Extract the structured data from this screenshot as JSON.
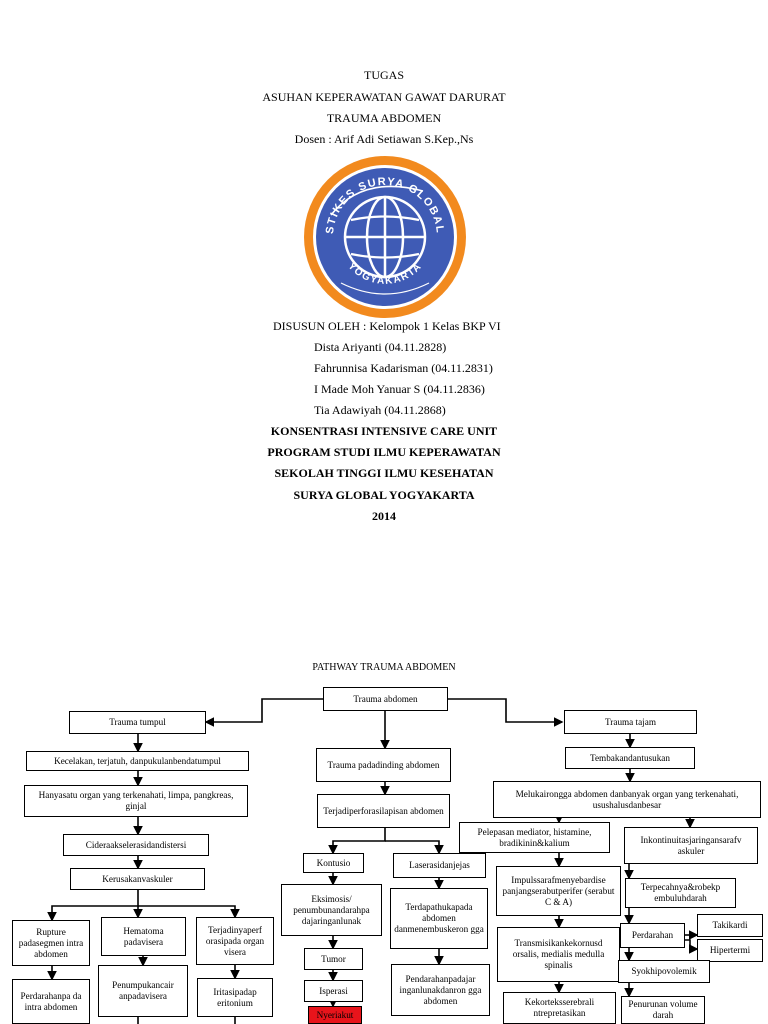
{
  "cover": {
    "line1": "TUGAS",
    "line2": "ASUHAN KEPERAWATAN GAWAT DARURAT",
    "line3": "TRAUMA ABDOMEN",
    "line4": "Dosen : Arif Adi Setiawan S.Kep.,Ns",
    "logo_text_top": "STIKES SURYA GLOBAL",
    "logo_text_bottom": "YOGYAKARTA",
    "logo_color": "#3f5bb5",
    "logo_ring_color": "#f28a1e",
    "prepared_by": "DISUSUN OLEH : Kelompok 1 Kelas BKP VI",
    "members": [
      "Dista Ariyanti (04.11.2828)",
      "Fahrunnisa Kadarisman (04.11.2831)",
      "I Made Moh Yanuar S (04.11.2836)",
      "Tia Adawiyah (04.11.2868)"
    ],
    "institution": [
      "KONSENTRASI INTENSIVE CARE UNIT",
      "PROGRAM STUDI ILMU KEPERAWATAN",
      "SEKOLAH TINGGI ILMU KESEHATAN",
      "SURYA GLOBAL YOGYAKARTA",
      "2014"
    ]
  },
  "pathway": {
    "title": "PATHWAY TRAUMA ABDOMEN",
    "nodes": {
      "root": "Trauma abdomen",
      "tumpul": "Trauma tumpul",
      "tajam": "Trauma tajam",
      "kecelakaan": "Kecelakan, terjatuh, danpukulanbendatumpul",
      "hanya": "Hanyasatu organ yang terkenahati, limpa, pangkreas, ginjal",
      "cidera": "Cideraakselerasidandistersi",
      "kerusakan": "Kerusakanvaskuler",
      "rupture": "Rupture padasegmen intra abdomen",
      "hematoma": "Hematoma padavisera",
      "terjadinya": "Terjadinyaperf orasipada organ visera",
      "perdarahanpa": "Perdarahanpa da intra abdomen",
      "penumpukan": "Penumpukancair anpadavisera",
      "iritasi": "Iritasipadap eritonium",
      "dinding": "Trauma padadinding abdomen",
      "perforasi": "Terjadiperforasilapisan abdomen",
      "kontusio": "Kontusio",
      "laserasi": "Laserasidanjejas",
      "eksimosis": "Eksimosis/ penumbunandarahpa dajaringanlunak",
      "terdapat": "Terdapathukapada abdomen danmenembuskeron gga",
      "tumor": "Tumor",
      "isperasi": "Isperasi",
      "nyeri": "Nyeriakut",
      "pendarahan_jar": "Pendarahanpadajar inganlunakdanron gga abdomen",
      "tembak": "Tembakandantusukan",
      "melukai": "Melukairongga abdomen danbanyak organ yang terkenahati, usushalusdanbesar",
      "pelepasan": "Pelepasan mediator, histamine, bradikinin&kalium",
      "inkontinuitas": "Inkontinuitasjaringansarafv askuler",
      "impuls": "Impulssarafmenyebardise panjangserabutperifer (serabut C & A)",
      "terpecah": "Terpecahnya&robekp embuluhdarah",
      "transmisi": "Transmisikankekornusd orsalis, medialis medulla spinalis",
      "perdarahan": "Perdarahan",
      "takikardi": "Takikardi",
      "hipertermi": "Hipertermi",
      "syok": "Syokhipovolemik",
      "korteks": "Kekorteksserebrali ntrepretasikan",
      "penurunan": "Penurunan volume darah"
    }
  }
}
